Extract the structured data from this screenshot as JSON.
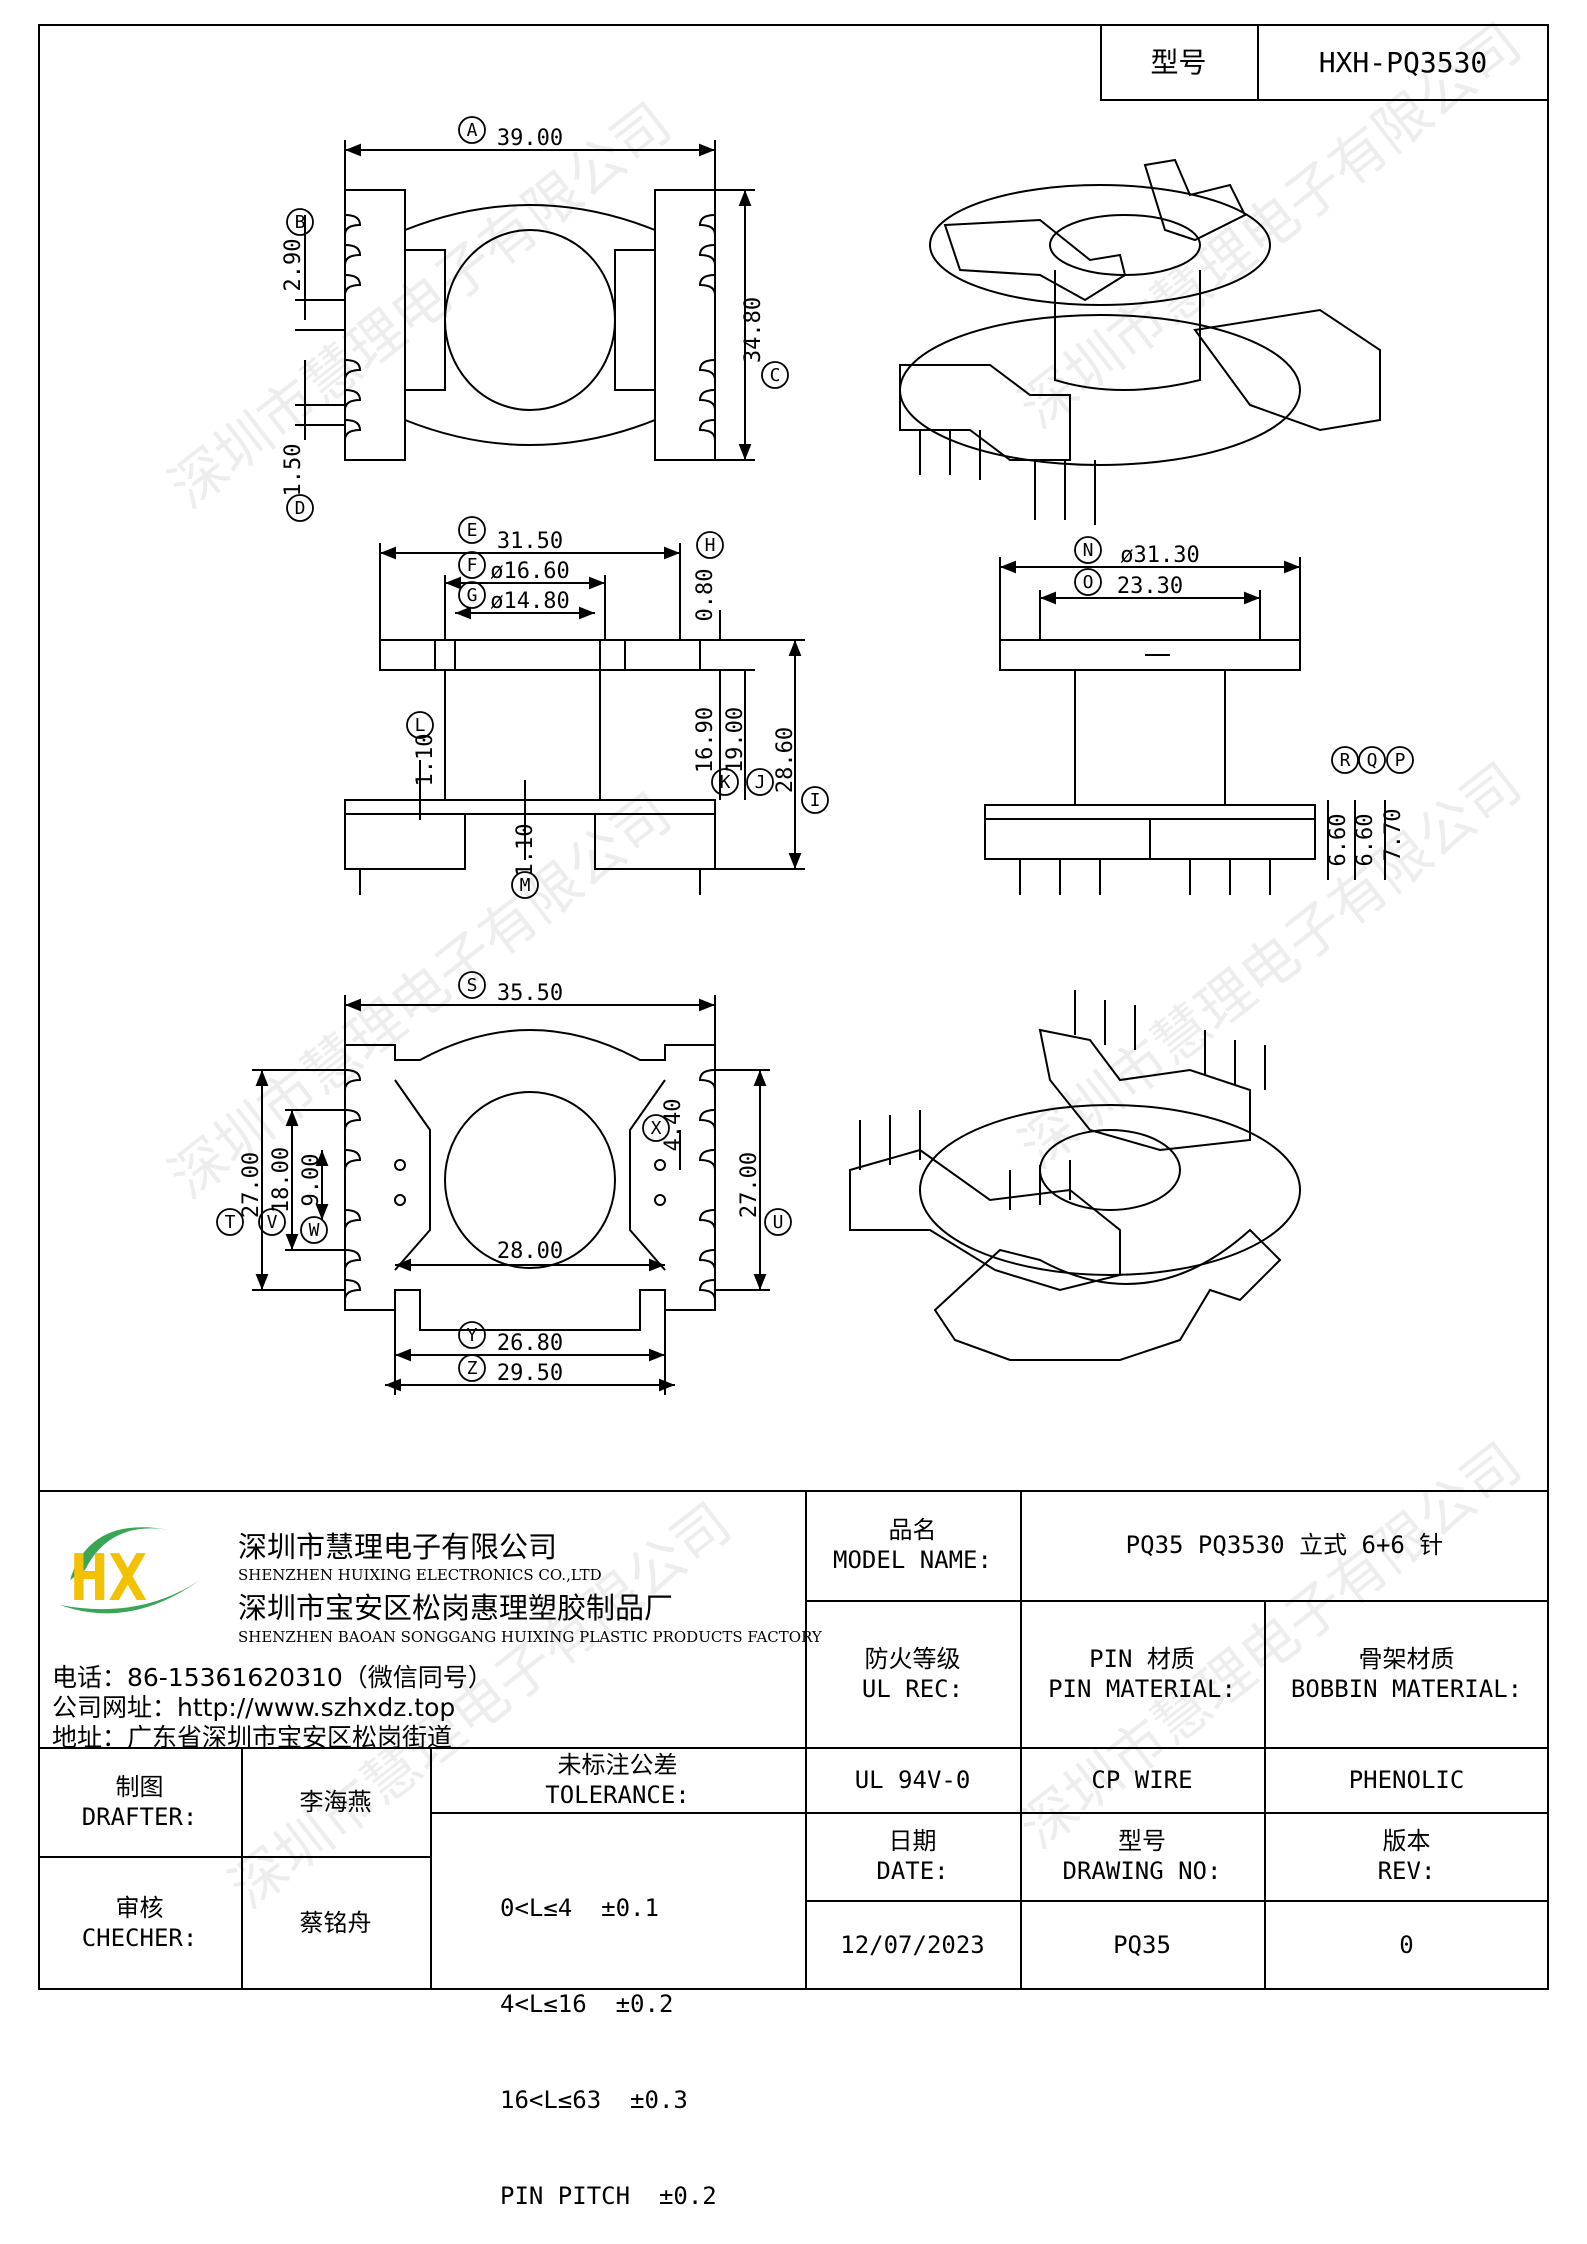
{
  "model_box": {
    "label": "型号",
    "value": "HXH-PQ3530"
  },
  "watermark": "深圳市慧理电子有限公司",
  "dims": {
    "A": "39.00",
    "B": "2.90",
    "C": "34.80",
    "D": "1.50",
    "E": "31.50",
    "F": "ø16.60",
    "G": "ø14.80",
    "H": "0.80",
    "I": "28.60",
    "J": "19.00",
    "K": "16.90",
    "L": "1.10",
    "M": "1.10",
    "N": "ø31.30",
    "O": "23.30",
    "P": "7.70",
    "Q": "6.60",
    "R": "6.60",
    "S": "35.50",
    "T": "27.00",
    "U": "27.00",
    "V": "18.00",
    "W": "9.00",
    "X": "4.40",
    "Y": "26.80",
    "Z": "29.50",
    "mid": "28.00"
  },
  "letters": [
    "A",
    "B",
    "C",
    "D",
    "E",
    "F",
    "G",
    "H",
    "I",
    "J",
    "K",
    "L",
    "M",
    "N",
    "O",
    "P",
    "Q",
    "R",
    "S",
    "T",
    "U",
    "V",
    "W",
    "X",
    "Y",
    "Z"
  ],
  "company": {
    "logo_text": "HX",
    "name_cn": "深圳市慧理电子有限公司",
    "name_en": "SHENZHEN HUIXING ELECTRONICS CO.,LTD",
    "factory_cn": "深圳市宝安区松岗惠理塑胶制品厂",
    "factory_en": "SHENZHEN BAOAN SONGGANG HUIXING PLASTIC PRODUCTS FACTORY",
    "phone": "电话：86-15361620310（微信同号）",
    "website": "公司网址：http://www.szhxdz.top",
    "address": "地址：广东省深圳市宝安区松岗街道"
  },
  "title_block": {
    "model_name_cn": "品名",
    "model_name_en": "MODEL NAME:",
    "model_name_value": "PQ35 PQ3530 立式 6+6 针",
    "ul_cn": "防火等级",
    "ul_en": "UL REC:",
    "ul_value": "UL 94V-0",
    "pin_cn": "PIN 材质",
    "pin_en": "PIN MATERIAL:",
    "pin_value": "CP WIRE",
    "bobbin_cn": "骨架材质",
    "bobbin_en": "BOBBIN MATERIAL:",
    "bobbin_value": "PHENOLIC",
    "drafter_cn": "制图",
    "drafter_en": "DRAFTER:",
    "drafter_name": "李海燕",
    "checker_cn": "审核",
    "checker_en": "CHECHER:",
    "checker_name": "蔡铭舟",
    "tolerance_cn": "未标注公差",
    "tolerance_en": "TOLERANCE:",
    "tolerances": [
      "0<L≤4  ±0.1",
      "4<L≤16  ±0.2",
      "16<L≤63  ±0.3",
      "PIN PITCH  ±0.2"
    ],
    "date_cn": "日期",
    "date_en": "DATE:",
    "date_value": "12/07/2023",
    "drawing_cn": "型号",
    "drawing_en": "DRAWING NO:",
    "drawing_value": "PQ35",
    "rev_cn": "版本",
    "rev_en": "REV:",
    "rev_value": "0"
  }
}
